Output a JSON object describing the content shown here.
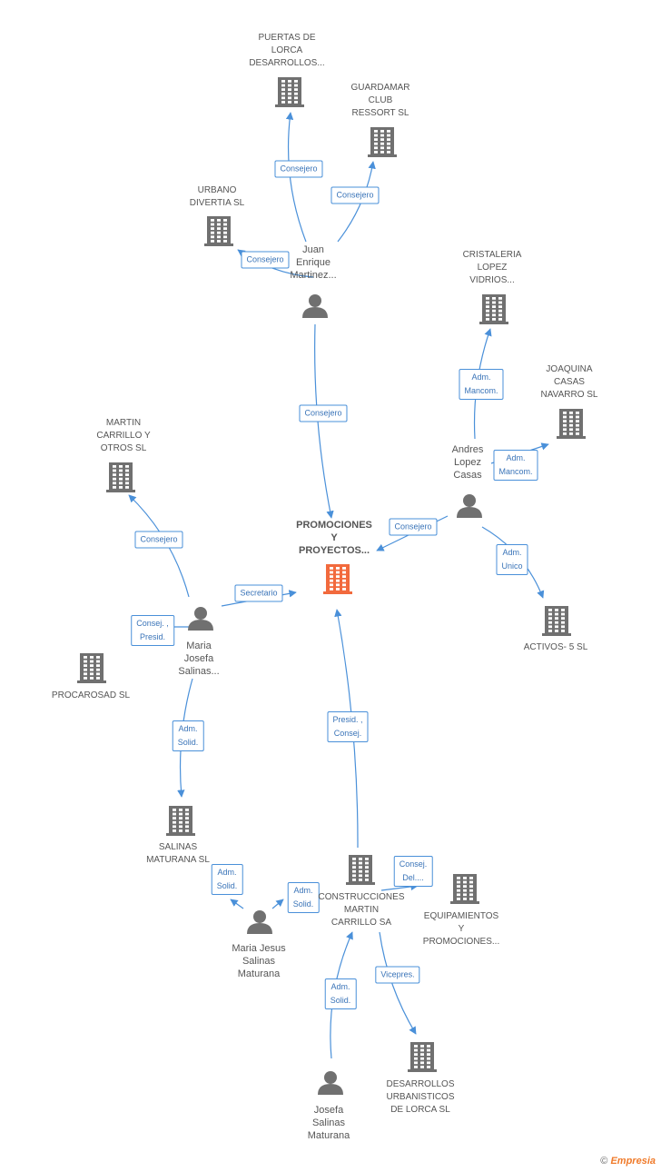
{
  "colors": {
    "company": "#707070",
    "center": "#f26a3d",
    "person": "#707070",
    "edge": "#4a90d9"
  },
  "nodes": [
    {
      "id": "puertas",
      "type": "company",
      "label": "PUERTAS DE\nLORCA\nDESARROLLOS..."
    },
    {
      "id": "guardamar",
      "type": "company",
      "label": "GUARDAMAR\nCLUB\nRESSORT SL"
    },
    {
      "id": "urbano",
      "type": "company",
      "label": "URBANO\nDIVERTIA SL"
    },
    {
      "id": "juan",
      "type": "person",
      "label": "Juan\nEnrique\nMartinez..."
    },
    {
      "id": "cristaleria",
      "type": "company",
      "label": "CRISTALERIA\nLOPEZ\nVIDRIOS..."
    },
    {
      "id": "joaquina",
      "type": "company",
      "label": "JOAQUINA\nCASAS\nNAVARRO SL"
    },
    {
      "id": "andres",
      "type": "person",
      "label": "Andres\nLopez\nCasas"
    },
    {
      "id": "martin",
      "type": "company",
      "label": "MARTIN\nCARRILLO Y\nOTROS SL"
    },
    {
      "id": "center",
      "type": "center",
      "label": "PROMOCIONES\nY\nPROYECTOS..."
    },
    {
      "id": "activos",
      "type": "company",
      "label": "ACTIVOS- 5 SL"
    },
    {
      "id": "mariaj",
      "type": "person",
      "label": "Maria\nJosefa\nSalinas..."
    },
    {
      "id": "procarosad",
      "type": "company",
      "label": "PROCAROSAD SL"
    },
    {
      "id": "salinas",
      "type": "company",
      "label": "SALINAS\nMATURANA SL"
    },
    {
      "id": "construcciones",
      "type": "company",
      "label": "CONSTRUCCIONES\nMARTIN\nCARRILLO SA"
    },
    {
      "id": "equipamientos",
      "type": "company",
      "label": "EQUIPAMIENTOS\nY\nPROMOCIONES..."
    },
    {
      "id": "mariajesus",
      "type": "person",
      "label": "Maria Jesus\nSalinas\nMaturana"
    },
    {
      "id": "desarrollos",
      "type": "company",
      "label": "DESARROLLOS\nURBANISTICOS\nDE LORCA SL"
    },
    {
      "id": "josefa",
      "type": "person",
      "label": "Josefa\nSalinas\nMaturana"
    }
  ],
  "edges": [
    {
      "from": "juan",
      "to": "puertas",
      "label": "Consejero"
    },
    {
      "from": "juan",
      "to": "guardamar",
      "label": "Consejero"
    },
    {
      "from": "juan",
      "to": "urbano",
      "label": "Consejero"
    },
    {
      "from": "juan",
      "to": "center",
      "label": "Consejero"
    },
    {
      "from": "andres",
      "to": "cristaleria",
      "label": "Adm.\nMancom."
    },
    {
      "from": "andres",
      "to": "joaquina",
      "label": "Adm.\nMancom."
    },
    {
      "from": "andres",
      "to": "center",
      "label": "Consejero"
    },
    {
      "from": "andres",
      "to": "activos",
      "label": "Adm.\nUnico"
    },
    {
      "from": "mariaj",
      "to": "martin",
      "label": "Consejero"
    },
    {
      "from": "mariaj",
      "to": "center",
      "label": "Secretario"
    },
    {
      "from": "mariaj",
      "to": "procarosad",
      "label": "Consej. ,\nPresid."
    },
    {
      "from": "mariaj",
      "to": "salinas",
      "label": "Adm.\nSolid."
    },
    {
      "from": "construcciones",
      "to": "center",
      "label": "Presid. ,\nConsej."
    },
    {
      "from": "mariajesus",
      "to": "salinas",
      "label": "Adm.\nSolid."
    },
    {
      "from": "mariajesus",
      "to": "construcciones",
      "label": "Adm.\nSolid."
    },
    {
      "from": "construcciones",
      "to": "equipamientos",
      "label": "Consej.\nDel...."
    },
    {
      "from": "josefa",
      "to": "construcciones",
      "label": "Adm.\nSolid."
    },
    {
      "from": "construcciones",
      "to": "desarrollos",
      "label": "Vicepres."
    }
  ],
  "footer": {
    "copyright": "©",
    "brand": "Empresia"
  }
}
